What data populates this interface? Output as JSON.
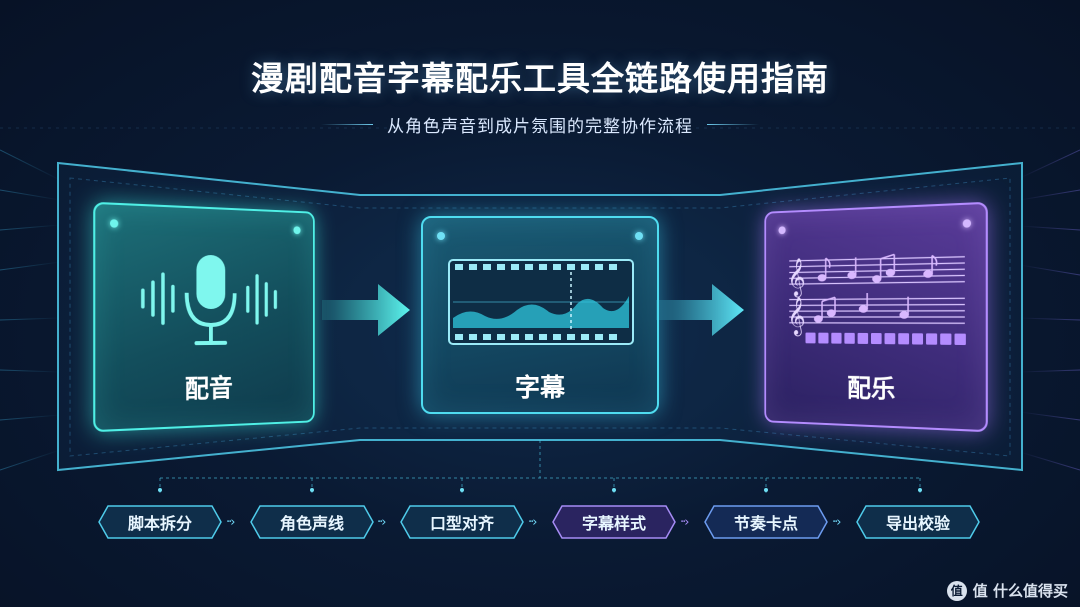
{
  "header": {
    "title": "漫剧配音字幕配乐工具全链路使用指南",
    "subtitle": "从角色声音到成片氛围的完整协作流程"
  },
  "cards": {
    "dub": {
      "label": "配音",
      "icon": "microphone-waveform-icon",
      "accent": "#4ff0e6"
    },
    "subtitle": {
      "label": "字幕",
      "icon": "film-strip-waveform-icon",
      "accent": "#4fdcf0"
    },
    "music": {
      "label": "配乐",
      "icon": "music-score-icon",
      "accent": "#b48cff"
    }
  },
  "steps": [
    {
      "label": "脚本拆分"
    },
    {
      "label": "角色声线"
    },
    {
      "label": "口型对齐"
    },
    {
      "label": "字幕样式"
    },
    {
      "label": "节奏卡点"
    },
    {
      "label": "导出校验"
    }
  ],
  "watermark": {
    "text": "值 什么值得买",
    "logo_glyph": "值"
  }
}
